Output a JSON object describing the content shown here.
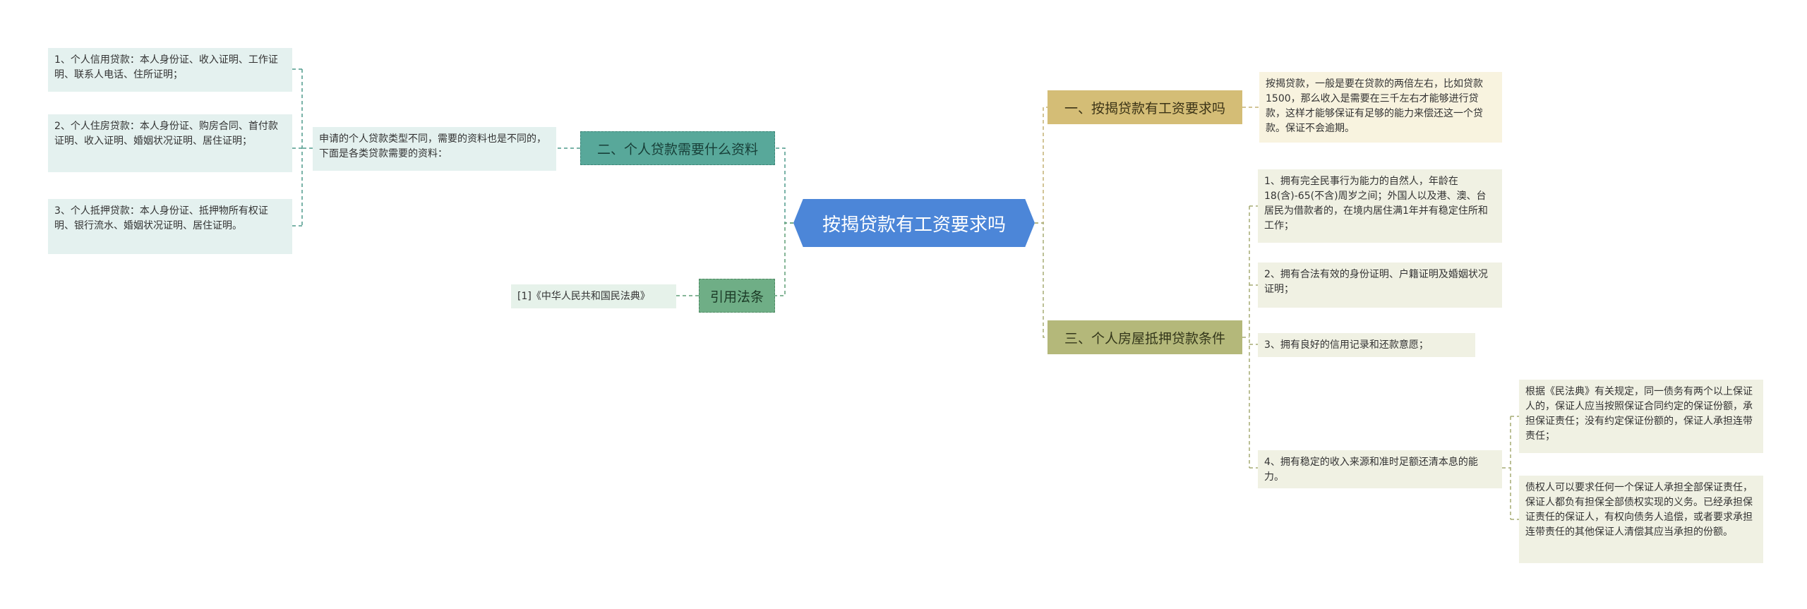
{
  "root": {
    "label": "按揭贷款有工资要求吗"
  },
  "branches": {
    "salary_requirement": {
      "label": "一、按揭贷款有工资要求吗",
      "detail": "按揭贷款，一般是要在贷款的两倍左右，比如贷款1500，那么收入是需要在三千左右才能够进行贷款，这样才能够保证有足够的能力来偿还这一个贷款。保证不会逾期。"
    },
    "mortgage_conditions": {
      "label": "三、个人房屋抵押贷款条件",
      "items": [
        "1、拥有完全民事行为能力的自然人，年龄在18(含)-65(不含)周岁之间；外国人以及港、澳、台居民为借款者的，在境内居住满1年并有稳定住所和工作；",
        "2、拥有合法有效的身份证明、户籍证明及婚姻状况证明；",
        "3、拥有良好的信用记录和还款意愿；",
        "4、拥有稳定的收入来源和准时足额还清本息的能力。"
      ],
      "sub_items": [
        "根据《民法典》有关规定，同一债务有两个以上保证人的，保证人应当按照保证合同约定的保证份额，承担保证责任；没有约定保证份额的，保证人承担连带责任；",
        "债权人可以要求任何一个保证人承担全部保证责任，保证人都负有担保全部债权实现的义务。已经承担保证责任的保证人，有权向债务人追偿，或者要求承担连带责任的其他保证人清偿其应当承担的份额。"
      ]
    },
    "documents": {
      "label": "二、个人贷款需要什么资料",
      "intro": "申请的个人贷款类型不同，需要的资料也是不同的，下面是各类贷款需要的资料：",
      "items": [
        "1、个人信用贷款：本人身份证、收入证明、工作证明、联系人电话、住所证明；",
        "2、个人住房贷款：本人身份证、购房合同、首付款证明、收入证明、婚姻状况证明、居住证明；",
        "3、个人抵押贷款：本人身份证、抵押物所有权证明、银行流水、婚姻状况证明、居住证明。"
      ]
    },
    "citations": {
      "label": "引用法条",
      "items": [
        "[1]《中华人民共和国民法典》"
      ]
    }
  }
}
